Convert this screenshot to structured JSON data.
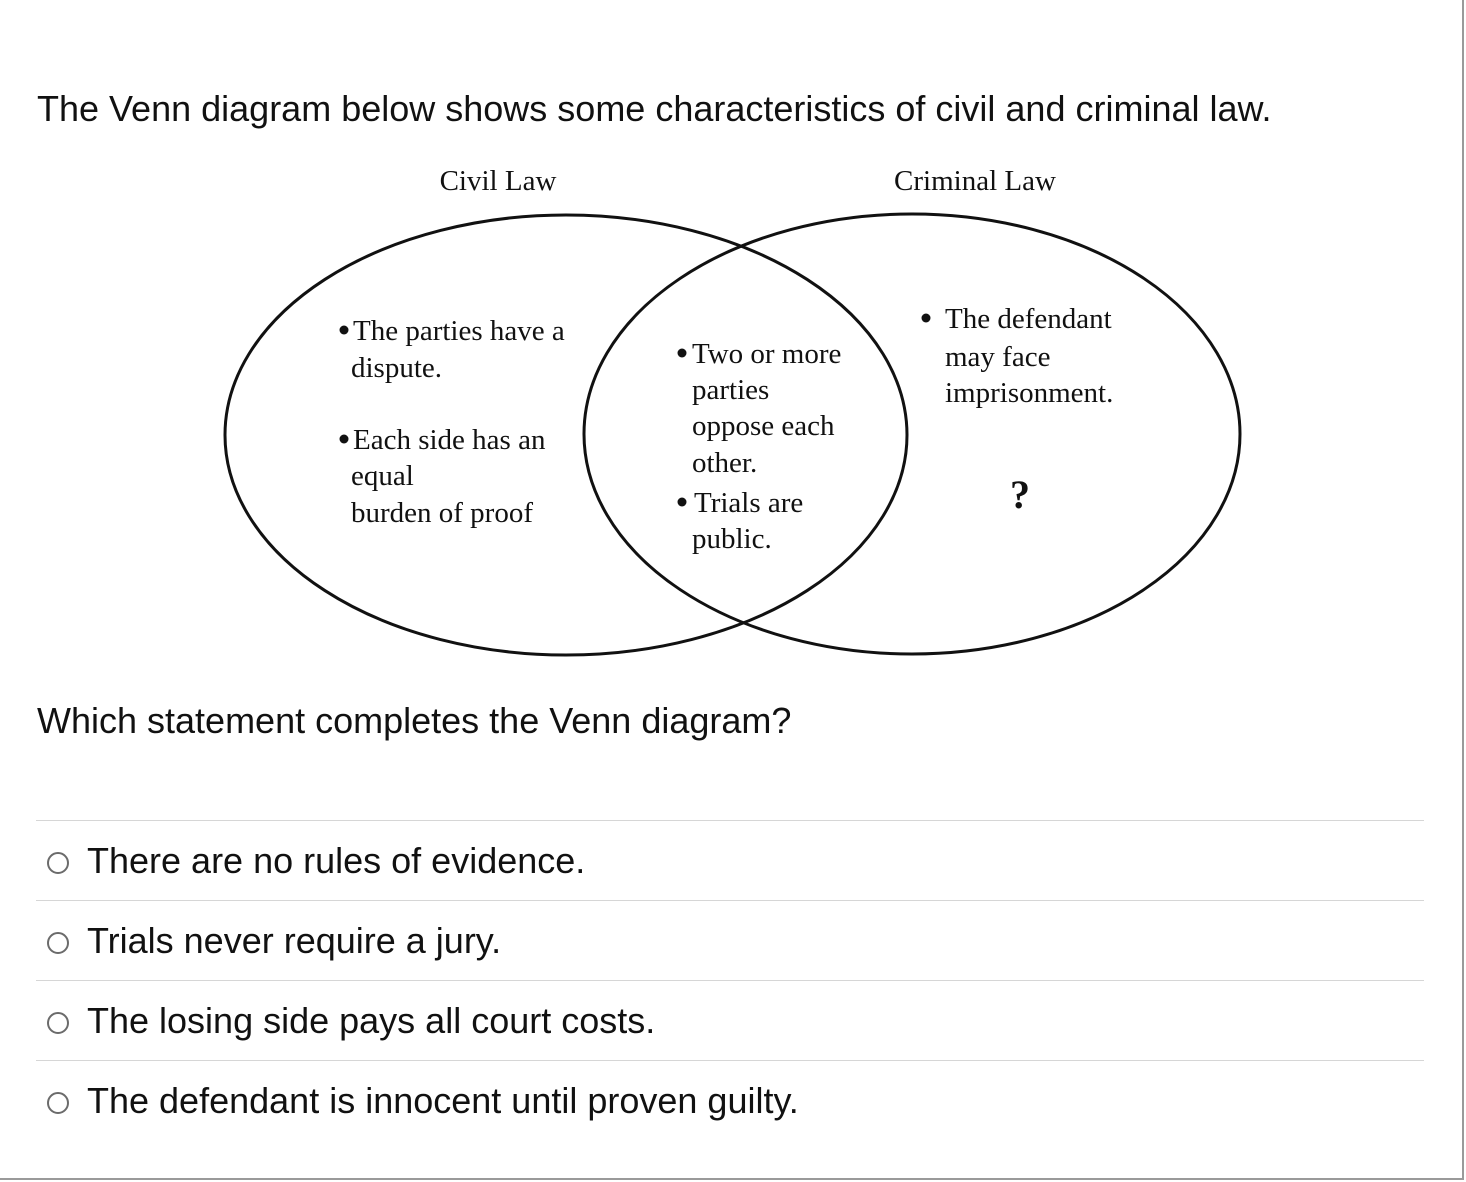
{
  "question": {
    "intro": "The Venn diagram below shows some characteristics of civil and criminal law.",
    "prompt": "Which statement completes the Venn diagram?"
  },
  "venn": {
    "left_title": "Civil Law",
    "right_title": "Criminal Law",
    "left_items": [
      [
        "The parties have a",
        "dispute."
      ],
      [
        "Each side has an",
        "equal",
        "burden of proof"
      ]
    ],
    "overlap_items": [
      [
        "Two or more",
        "parties",
        "oppose each",
        "other."
      ],
      [
        "Trials are",
        "public."
      ]
    ],
    "right_items": [
      [
        "The defendant",
        "may face",
        "imprisonment."
      ]
    ],
    "unknown_marker": "?"
  },
  "choices": [
    {
      "label": "There are no rules of evidence.",
      "selected": false
    },
    {
      "label": "Trials never require a jury.",
      "selected": false
    },
    {
      "label": "The losing side pays all court costs.",
      "selected": false
    },
    {
      "label": "The defendant is innocent until proven guilty.",
      "selected": false
    }
  ]
}
